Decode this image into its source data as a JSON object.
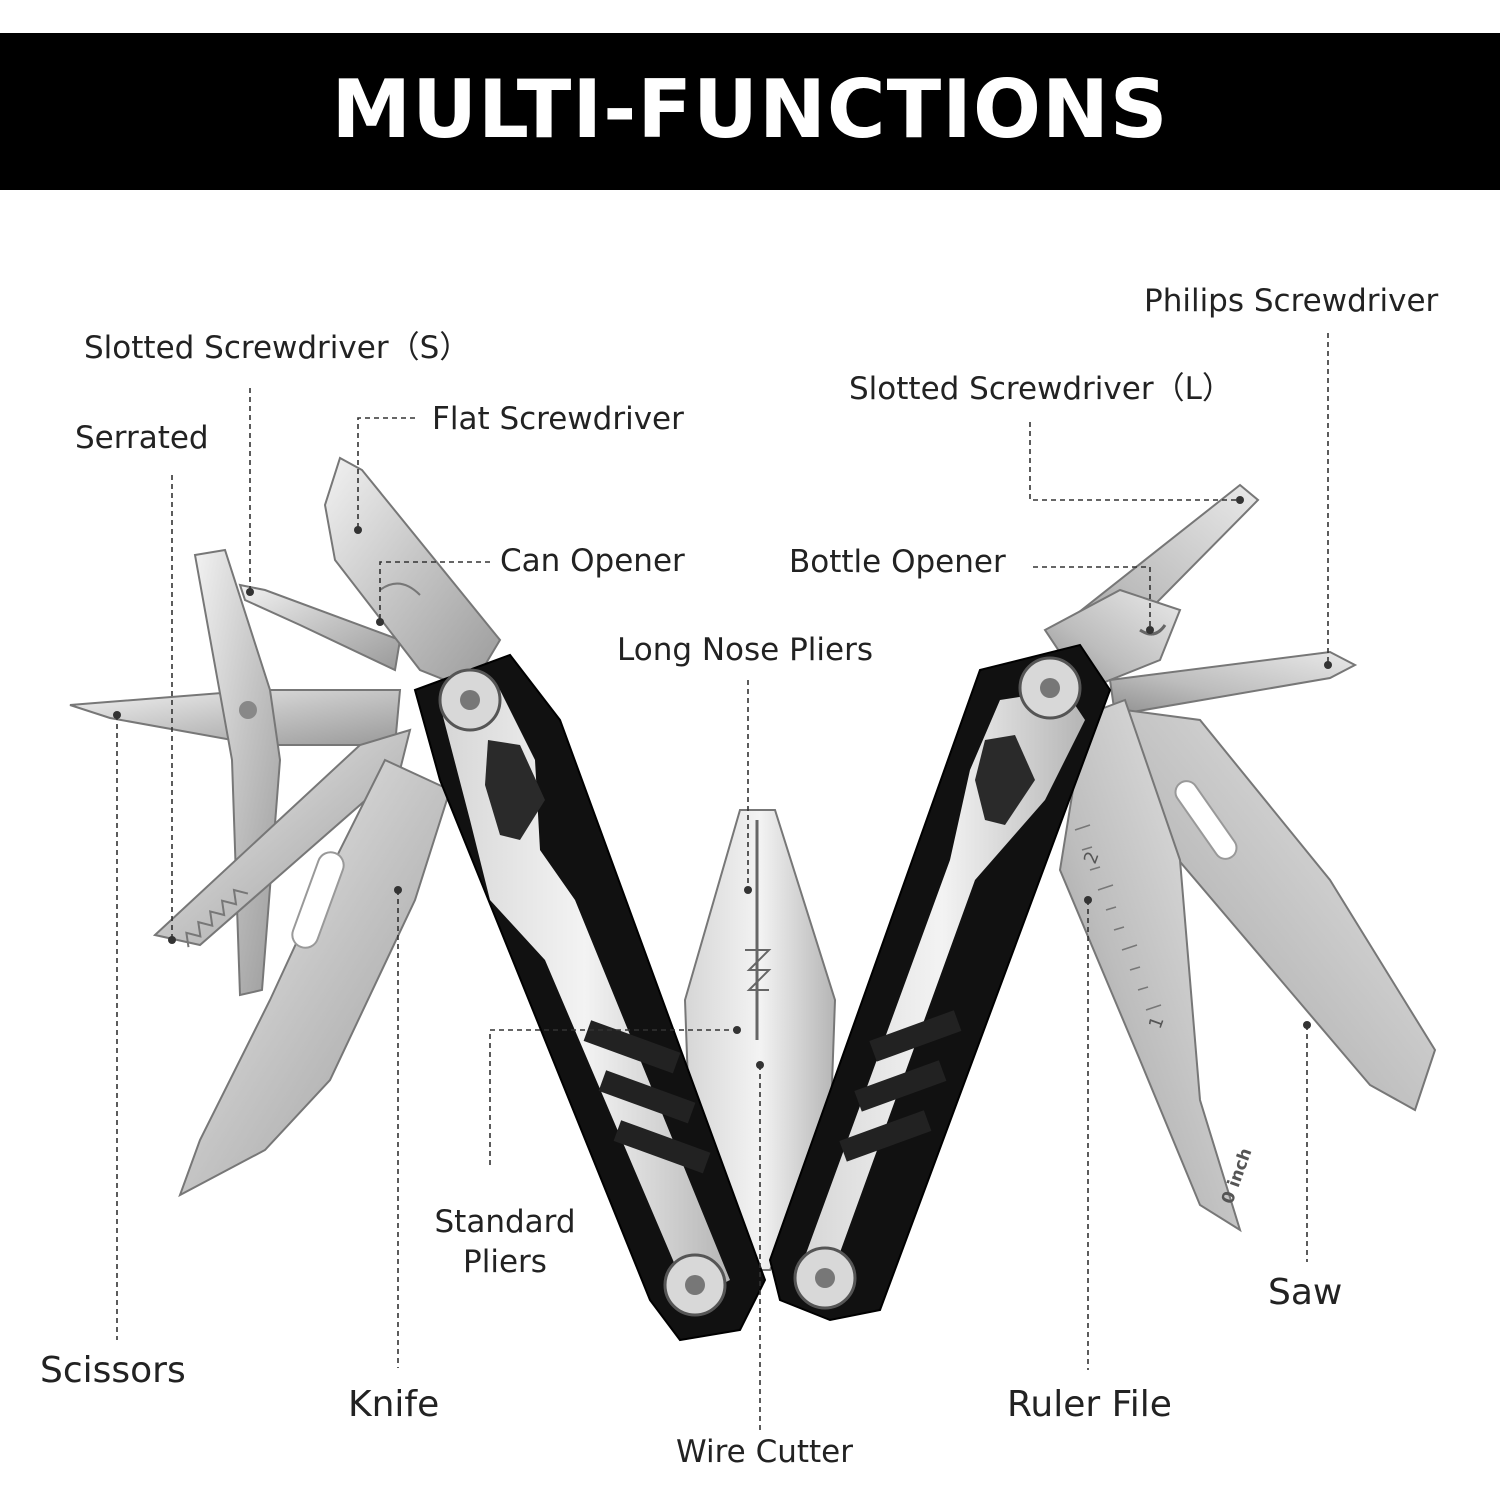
{
  "title": "MULTI-FUNCTIONS",
  "labels": {
    "slotted_s": "Slotted Screwdriver（S）",
    "serrated": "Serrated",
    "flat_screwdriver": "Flat Screwdriver",
    "can_opener": "Can Opener",
    "long_nose_pliers": "Long Nose Pliers",
    "slotted_l": "Slotted Screwdriver（L）",
    "philips_screwdriver": "Philips Screwdriver",
    "bottle_opener": "Bottle Opener",
    "standard_pliers_line1": "Standard",
    "standard_pliers_line2": "Pliers",
    "scissors": "Scissors",
    "knife": "Knife",
    "wire_cutter": "Wire Cutter",
    "ruler_file": "Ruler File",
    "saw": "Saw"
  },
  "ruler_marks": {
    "two": "2",
    "one": "1",
    "zero": "0 inch"
  },
  "colors": {
    "banner": "#000000",
    "title_text": "#ffffff",
    "steel": "#c9c9c9",
    "handle": "#111111"
  }
}
